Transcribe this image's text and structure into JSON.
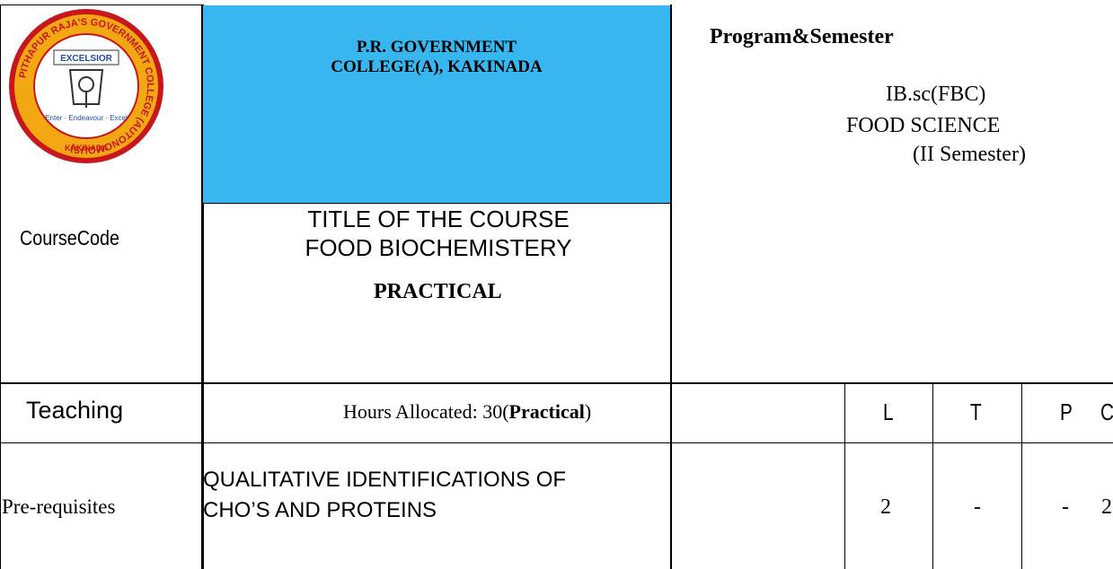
{
  "header": {
    "college_name_line1": "P.R. GOVERNMENT",
    "college_name_line2": "COLLEGE(A), KAKINADA",
    "program_title": "Program&Semester",
    "program_line1": "IB.sc(FBC)",
    "program_line2": "FOOD SCIENCE",
    "program_line3": "(II Semester)"
  },
  "logo": {
    "text_top": "PITHAPUR RAJA'S GOVERNMENT COLLEGE (AUTONOMOUS)",
    "banner": "EXCELSIOR",
    "motto": "Enter · Endeavour · Excel",
    "city": "KAKINADA",
    "ring_color": "#f2a713",
    "inner_color": "#c8161d"
  },
  "course": {
    "code_label": "CourseCode",
    "title_line1": "TITLE OF THE COURSE",
    "title_line2": "FOOD BIOCHEMISTERY",
    "title_line3": "PRACTICAL"
  },
  "teaching": {
    "label": "Teaching",
    "hours_prefix": "Hours Allocated: 30(",
    "hours_bold": "Practical",
    "hours_suffix": ")",
    "L": "L",
    "T": "T",
    "P": "P",
    "C": "C"
  },
  "prerequisites": {
    "label": "Pre-requisites",
    "line1": "QUALITATIVE IDENTIFICATIONS OF",
    "line2": "CHO’S AND PROTEINS",
    "L_value": "2",
    "T_value": "-",
    "P_value": "-",
    "C_value": "2"
  },
  "colors": {
    "header_bg": "#38b6f0",
    "border": "#000000"
  }
}
